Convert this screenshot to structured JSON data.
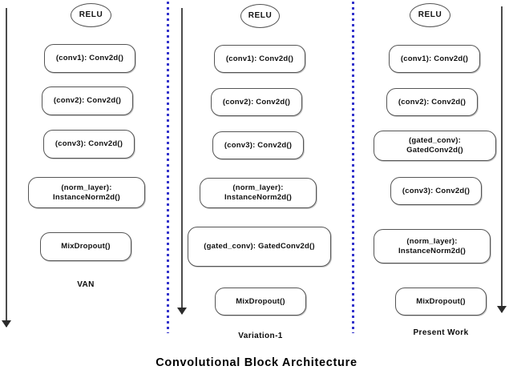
{
  "figure": {
    "caption": "Convolutional Block Architecture",
    "background": "#ffffff",
    "node_border_color": "#555555",
    "divider_color": "#3333cc",
    "arrow_color": "#4c4c4c"
  },
  "columns": [
    {
      "id": "van",
      "caption": "VAN",
      "nodes": [
        {
          "name": "relu",
          "label": "RELU",
          "shape": "ellipse"
        },
        {
          "name": "conv1",
          "label": "(conv1): Conv2d()",
          "shape": "rounded-rect"
        },
        {
          "name": "conv2",
          "label": "(conv2): Conv2d()",
          "shape": "rounded-rect"
        },
        {
          "name": "conv3",
          "label": "(conv3): Conv2d()",
          "shape": "rounded-rect"
        },
        {
          "name": "norm-layer",
          "label": "(norm_layer):\nInstanceNorm2d()",
          "shape": "rounded-rect"
        },
        {
          "name": "mixdropout",
          "label": "MixDropout()",
          "shape": "rounded-rect"
        }
      ]
    },
    {
      "id": "variation-1",
      "caption": "Variation-1",
      "nodes": [
        {
          "name": "relu",
          "label": "RELU",
          "shape": "ellipse"
        },
        {
          "name": "conv1",
          "label": "(conv1): Conv2d()",
          "shape": "rounded-rect"
        },
        {
          "name": "conv2",
          "label": "(conv2): Conv2d()",
          "shape": "rounded-rect"
        },
        {
          "name": "conv3",
          "label": "(conv3): Conv2d()",
          "shape": "rounded-rect"
        },
        {
          "name": "norm-layer",
          "label": "(norm_layer):\nInstanceNorm2d()",
          "shape": "rounded-rect"
        },
        {
          "name": "gated-conv",
          "label": "(gated_conv): GatedConv2d()",
          "shape": "rounded-rect"
        },
        {
          "name": "mixdropout",
          "label": "MixDropout()",
          "shape": "rounded-rect"
        }
      ]
    },
    {
      "id": "present-work",
      "caption": "Present Work",
      "nodes": [
        {
          "name": "relu",
          "label": "RELU",
          "shape": "ellipse"
        },
        {
          "name": "conv1",
          "label": "(conv1): Conv2d()",
          "shape": "rounded-rect"
        },
        {
          "name": "conv2",
          "label": "(conv2): Conv2d()",
          "shape": "rounded-rect"
        },
        {
          "name": "gated-conv",
          "label": "(gated_conv):\nGatedConv2d()",
          "shape": "rounded-rect"
        },
        {
          "name": "conv3",
          "label": "(conv3): Conv2d()",
          "shape": "rounded-rect"
        },
        {
          "name": "norm-layer",
          "label": "(norm_layer):\nInstanceNorm2d()",
          "shape": "rounded-rect"
        },
        {
          "name": "mixdropout",
          "label": "MixDropout()",
          "shape": "rounded-rect"
        }
      ]
    }
  ]
}
